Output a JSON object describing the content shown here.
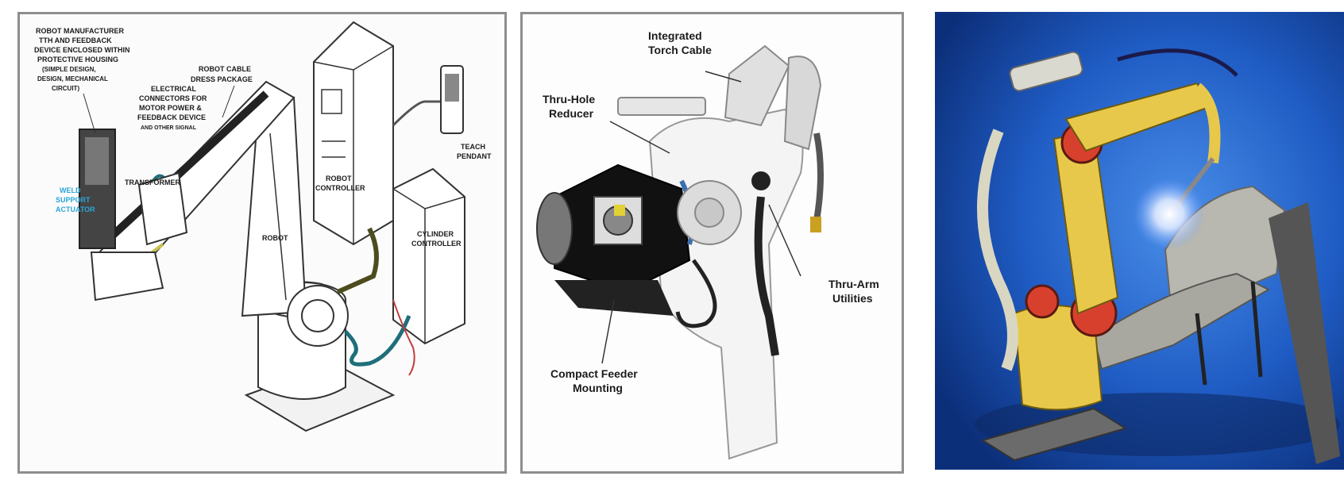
{
  "panel1": {
    "labels": {
      "robot_manufacturer": [
        "ROBOT MANUFACTURER",
        "TTH AND FEEDBACK",
        "DEVICE ENCLOSED WITHIN",
        "PROTECTIVE HOUSING",
        "(SIMPLE DESIGN,",
        "DESIGN, MECHANICAL",
        "CIRCUIT)"
      ],
      "robot_cable": [
        "ROBOT CABLE",
        "DRESS PACKAGE"
      ],
      "electrical_connectors": [
        "ELECTRICAL",
        "CONNECTORS FOR",
        "MOTOR POWER &",
        "FEEDBACK DEVICE",
        "AND OTHER SIGNAL"
      ],
      "transformer": "TRANSFORMER",
      "blue_label": [
        "WELD",
        "SUPPORT",
        "ACTUATOR"
      ],
      "robot_controller": [
        "ROBOT",
        "CONTROLLER"
      ],
      "teach_pendant": [
        "TEACH",
        "PENDANT"
      ],
      "robot": "ROBOT",
      "cylinder_controller": [
        "CYLINDER",
        "CONTROLLER"
      ]
    }
  },
  "panel2": {
    "labels": {
      "integrated_torch_cable": [
        "Integrated",
        "Torch Cable"
      ],
      "thru_hole_reducer": [
        "Thru-Hole",
        "Reducer"
      ],
      "thru_arm_utilities": [
        "Thru-Arm",
        "Utilities"
      ],
      "compact_feeder_mounting": [
        "Compact Feeder",
        "Mounting"
      ]
    }
  },
  "colors": {
    "frame": "#8e8e8e",
    "photo_background": "#1a4fb2",
    "robot_yellow": "#e8c84a",
    "motor_red": "#d8402e"
  }
}
